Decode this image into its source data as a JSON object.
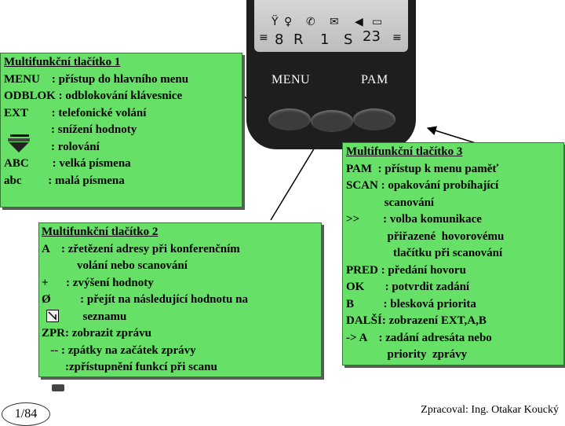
{
  "device": {
    "lcd_top_icons": [
      "antenna-icon",
      "mic-icon",
      "handset-icon",
      "envelope-icon",
      "speaker-icon",
      "battery-icon"
    ],
    "lcd_bottom": [
      "8",
      "R",
      "1",
      "S",
      "23"
    ],
    "softkey_left": "MENU",
    "softkey_right": "PAM"
  },
  "box1": {
    "title": "Multifunkční tlačítko 1",
    "lines": [
      "MENU    : přístup do hlavního menu",
      "ODBLOK : odblokování klávesnice",
      "EXT        : telefonické volání",
      "                : snížení hodnoty",
      "                : rolování",
      "ABC        : velká písmena",
      "abc         : malá písmena"
    ]
  },
  "box2": {
    "title": "Multifunkční tlačítko 2",
    "lines": [
      "A    : zřetězení adresy při konferenčním",
      "            volání nebo scanování",
      "+      : zvýšení hodnoty",
      "Ø          : přejít na následující hodnotu na",
      "              seznamu",
      "ZPR: zobrazit zprávu",
      "   -- : zpátky na začátek zprávy",
      "        :zpřístupnění funkcí při scanu"
    ]
  },
  "box3": {
    "title": "Multifunkční tlačítko 3",
    "lines": [
      "PAM  : přístup k menu paměť",
      "SCAN : opakování probíhající",
      "             scanování",
      ">>        : volba komunikace",
      "              přiřazené  hovorovému",
      "                tlačítku při scanování",
      "PRED : předání hovoru",
      "OK       : potvrdit zadání",
      "B          : blesková priorita",
      "DALŠÍ: zobrazení EXT,A,B",
      "-> A    : zadání adresáta nebo",
      "              priority  zprávy"
    ]
  },
  "footer": {
    "page": "1/84",
    "credit": "Zpracoval: Ing. Otakar Koucký"
  },
  "colors": {
    "box_fill": "#66e066",
    "device": "#1e1e1e",
    "lcd": "#cfcfcf"
  }
}
